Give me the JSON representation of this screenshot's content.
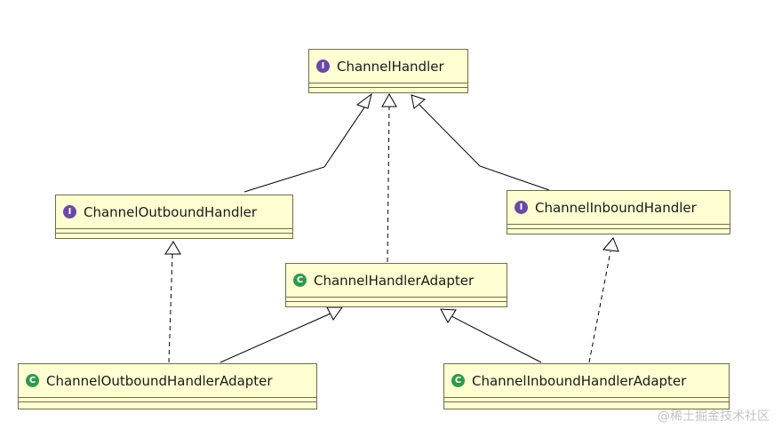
{
  "nodes": [
    {
      "id": "channel-handler",
      "label": "ChannelHandler",
      "kind": "interface",
      "badge": "I"
    },
    {
      "id": "channel-outbound-handler",
      "label": "ChannelOutboundHandler",
      "kind": "interface",
      "badge": "I"
    },
    {
      "id": "channel-inbound-handler",
      "label": "ChannelInboundHandler",
      "kind": "interface",
      "badge": "I"
    },
    {
      "id": "channel-handler-adapter",
      "label": "ChannelHandlerAdapter",
      "kind": "class",
      "badge": "C"
    },
    {
      "id": "channel-outbound-handler-adapter",
      "label": "ChannelOutboundHandlerAdapter",
      "kind": "class",
      "badge": "C"
    },
    {
      "id": "channel-inbound-handler-adapter",
      "label": "ChannelInboundHandlerAdapter",
      "kind": "class",
      "badge": "C"
    }
  ],
  "edges": [
    {
      "from": "channel-outbound-handler",
      "to": "channel-handler",
      "type": "extends"
    },
    {
      "from": "channel-handler-adapter",
      "to": "channel-handler",
      "type": "implements"
    },
    {
      "from": "channel-inbound-handler",
      "to": "channel-handler",
      "type": "extends"
    },
    {
      "from": "channel-outbound-handler-adapter",
      "to": "channel-outbound-handler",
      "type": "implements"
    },
    {
      "from": "channel-outbound-handler-adapter",
      "to": "channel-handler-adapter",
      "type": "extends"
    },
    {
      "from": "channel-inbound-handler-adapter",
      "to": "channel-handler-adapter",
      "type": "extends"
    },
    {
      "from": "channel-inbound-handler-adapter",
      "to": "channel-inbound-handler",
      "type": "implements"
    }
  ],
  "colors": {
    "box_fill": "#ffffd2",
    "box_border": "#6e6e4a",
    "interface_badge": "#6a49a8",
    "class_badge": "#2f9a4c",
    "line": "#000000"
  },
  "watermark": "@稀土掘金技术社区"
}
